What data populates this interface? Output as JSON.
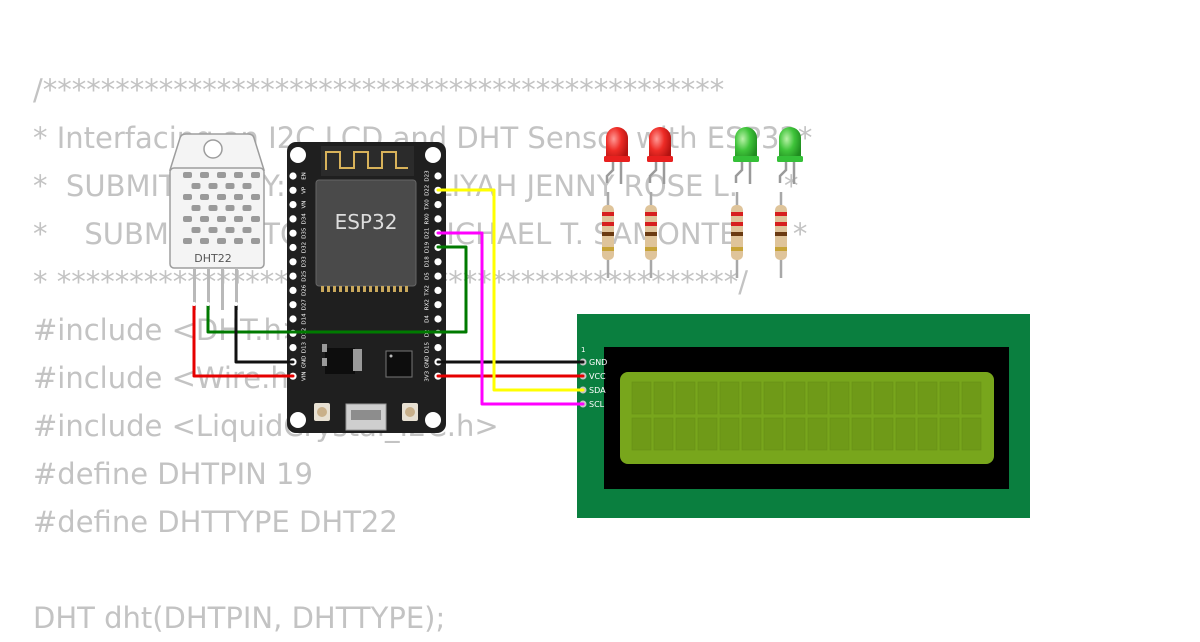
{
  "code_lines": [
    "/***********************************************",
    "* Interfacing an I2C LCD and DHT Sensor with ESP32*",
    "*  SUBMITTED BY: ALAM, AALIYAH JENNY ROSE L.     *",
    "*    SUBMITTED TO: ENGR. MICHAEL T. SAMONTE      *",
    "* ***********************************************/",
    "#include <DHT.h>",
    "#include <Wire.h>",
    "#include <LiquidCrystal_I2C.h>",
    "#define DHTPIN 19",
    "#define DHTTYPE DHT22",
    "",
    "DHT dht(DHTPIN, DHTTYPE);"
  ],
  "sensor": {
    "label": "DHT22"
  },
  "board": {
    "label": "ESP32",
    "left_pins": [
      "EN",
      "VP",
      "VN",
      "D34",
      "D35",
      "D32",
      "D33",
      "D25",
      "D26",
      "D27",
      "D14",
      "D12",
      "D13",
      "GND",
      "VIN"
    ],
    "right_pins": [
      "D23",
      "D22",
      "TX0",
      "RX0",
      "D21",
      "D19",
      "D18",
      "D5",
      "TX2",
      "RX2",
      "D4",
      "D2",
      "D15",
      "GND",
      "3V3"
    ]
  },
  "lcd": {
    "pin_one_marker": "1",
    "pins": [
      "GND",
      "VCC",
      "SDA",
      "SCL"
    ],
    "pcb_color": "#0a7f3f",
    "screen_color": "#78a61c"
  },
  "leds": [
    {
      "color": "red",
      "hex": "#e8201f"
    },
    {
      "color": "red",
      "hex": "#e8201f"
    },
    {
      "color": "green",
      "hex": "#35c038"
    },
    {
      "color": "green",
      "hex": "#35c038"
    }
  ],
  "wires": [
    {
      "from": "DHT22 VCC",
      "to": "ESP32 VIN",
      "color": "#e60000"
    },
    {
      "from": "DHT22 SDA",
      "to": "ESP32 D19",
      "color": "#007a00"
    },
    {
      "from": "DHT22 GND",
      "to": "ESP32 GND",
      "color": "#111111"
    },
    {
      "from": "ESP32 GND",
      "to": "LCD GND",
      "color": "#111111"
    },
    {
      "from": "ESP32 3V3",
      "to": "LCD VCC",
      "color": "#e60000"
    },
    {
      "from": "ESP32 D22",
      "to": "LCD SDA",
      "color": "#ffff00"
    },
    {
      "from": "ESP32 D21",
      "to": "LCD SCL",
      "color": "#ff00ff"
    }
  ]
}
